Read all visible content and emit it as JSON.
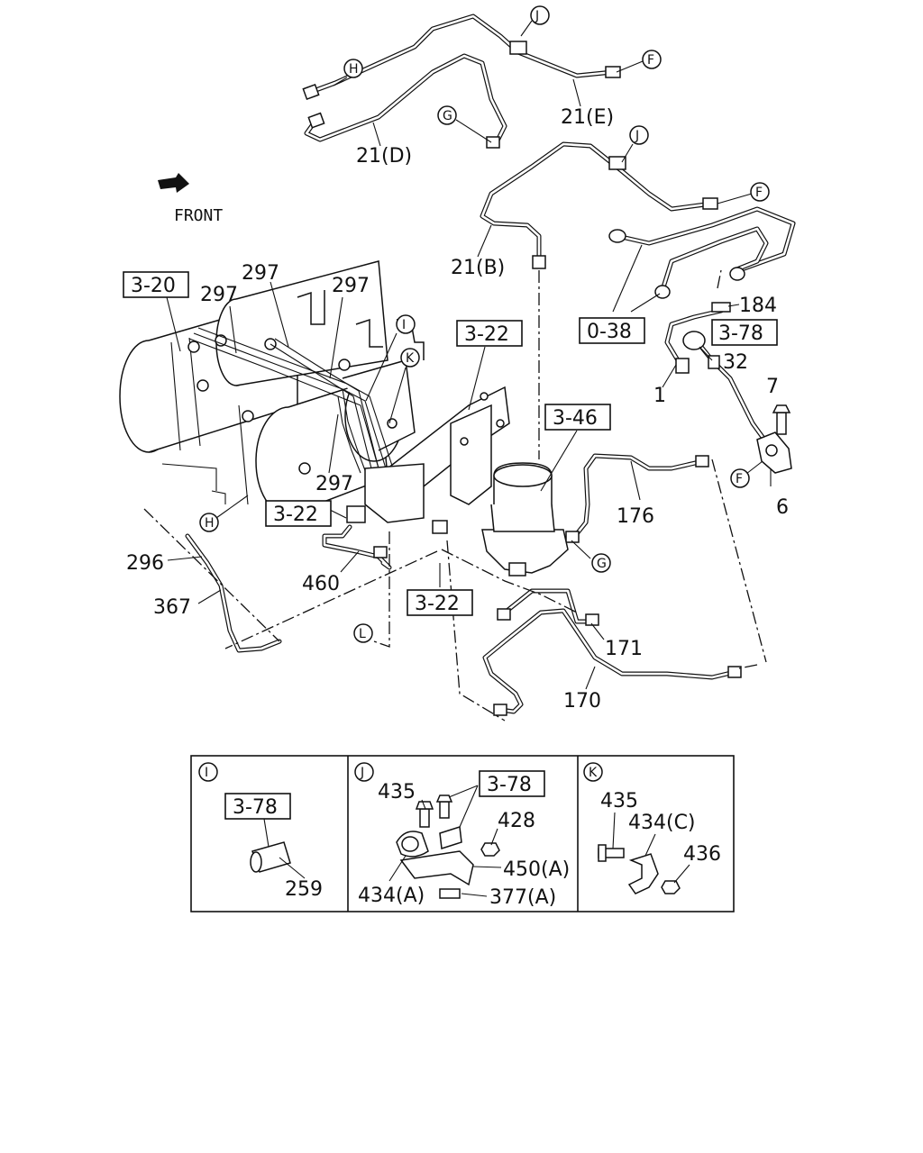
{
  "front_label": "FRONT",
  "callouts": {
    "J": "J",
    "F": "F",
    "H": "H",
    "G": "G",
    "I": "I",
    "K": "K",
    "L": "L"
  },
  "refs": {
    "r3_20": "3-20",
    "r3_22": "3-22",
    "r3_46": "3-46",
    "r3_78": "3-78",
    "r0_38": "0-38"
  },
  "parts": {
    "p21E": "21(E)",
    "p21D": "21(D)",
    "p21B": "21(B)",
    "p297": "297",
    "p184": "184",
    "p32": "32",
    "p1": "1",
    "p7": "7",
    "p6": "6",
    "p176": "176",
    "p296": "296",
    "p367": "367",
    "p460": "460",
    "p171": "171",
    "p170": "170"
  },
  "details": {
    "I": {
      "tag": "I",
      "ref": "3-78",
      "labels": [
        "259"
      ]
    },
    "J": {
      "tag": "J",
      "ref": "3-78",
      "labels": [
        "435",
        "428",
        "450(A)",
        "434(A)",
        "377(A)"
      ]
    },
    "K": {
      "tag": "K",
      "labels": [
        "435",
        "434(C)",
        "436"
      ]
    }
  }
}
